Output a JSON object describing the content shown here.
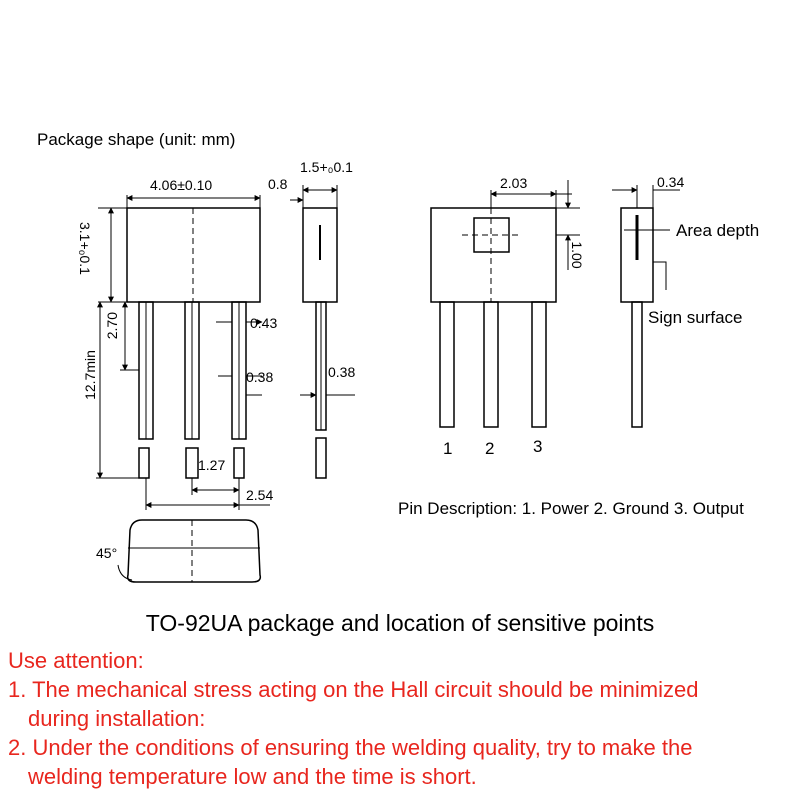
{
  "diagram": {
    "package_shape_label": "Package shape (unit: mm)",
    "dims": {
      "body_width": "4.06±0.10",
      "body_height": "3.1+₀0.1",
      "lead_top": "2.70",
      "lead_length": "12.7min",
      "lead_width": "0.43",
      "lead_width2": "0.38",
      "pitch": "1.27",
      "span": "2.54",
      "side_gap": "0.8",
      "side_width": "1.5+₀0.1",
      "side_lead": "0.38",
      "chamfer": "45°",
      "sensor_offset": "2.03",
      "sensor_height": "1.00",
      "sensor_depth": "0.34"
    },
    "pins": [
      "1",
      "2",
      "3"
    ],
    "labels": {
      "area_depth": "Area depth",
      "sign_surface": "Sign surface",
      "pin_description": "Pin Description: 1. Power 2. Ground 3. Output"
    },
    "caption": "TO-92UA package and location of sensitive points"
  },
  "notes": {
    "title": "Use attention:",
    "line1a": "1. The mechanical stress acting on the Hall circuit should be minimized",
    "line1b": "during installation:",
    "line2a": "2. Under the conditions of ensuring the welding quality, try to make the",
    "line2b": "welding temperature low and the time is short."
  },
  "colors": {
    "text": "#000000",
    "attention": "#e8261e"
  }
}
